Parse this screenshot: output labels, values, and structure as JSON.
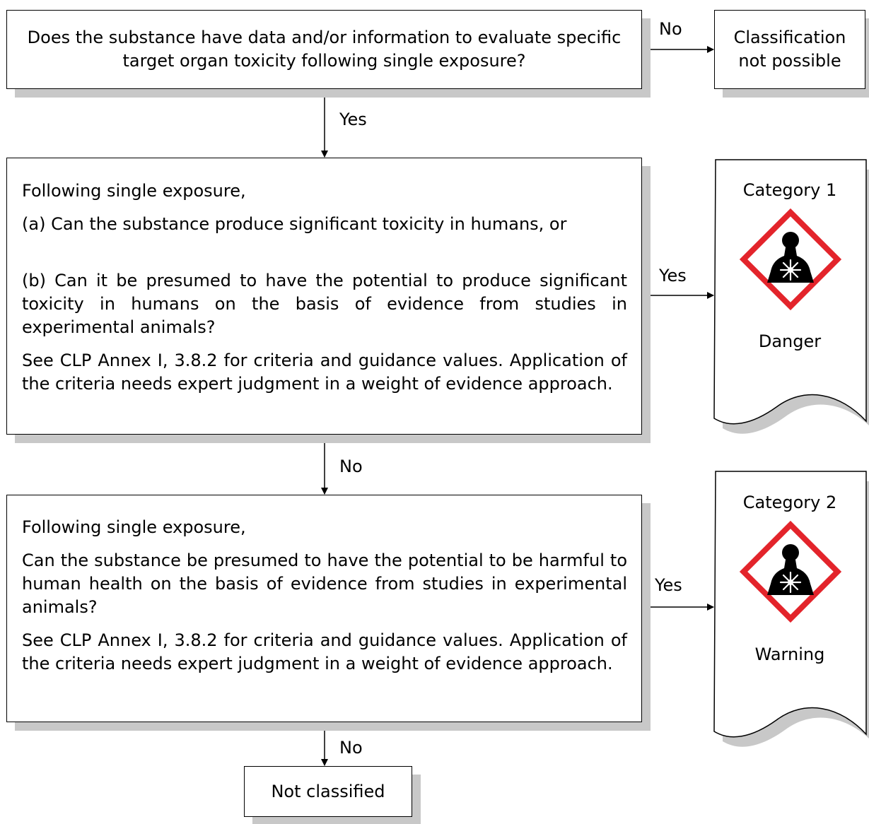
{
  "question1": "Does the substance have data and/or information to evaluate specific target organ toxicity following single exposure?",
  "not_possible": "Classification not possible",
  "question2": {
    "intro": "Following single exposure,",
    "a": "(a) Can the substance produce significant toxicity in humans, or",
    "b": "(b) Can it be presumed to have the potential to produce significant toxicity in humans on the basis of evidence from studies in experimental animals?",
    "note": "See CLP Annex I, 3.8.2 for criteria and guidance values. Application of the criteria needs expert judgment in a weight of evidence approach."
  },
  "question3": {
    "intro": "Following single exposure,",
    "body": "Can the substance be presumed to have the potential to be harmful to human health on the basis of evidence from studies in experimental animals?",
    "note": "See CLP Annex I, 3.8.2 for criteria and guidance values. Application of the criteria needs expert judgment in a weight of evidence approach."
  },
  "category1": {
    "label": "Category 1",
    "signal": "Danger",
    "icon": "health-hazard-pictogram"
  },
  "category2": {
    "label": "Category 2",
    "signal": "Warning",
    "icon": "health-hazard-pictogram"
  },
  "not_classified": "Not classified",
  "flow_labels": {
    "q1_no": "No",
    "q1_yes": "Yes",
    "q2_yes": "Yes",
    "q2_no": "No",
    "q3_yes": "Yes",
    "q3_no": "No"
  },
  "colors": {
    "pictogram_border": "#e3242b",
    "shadow": "#c8c8c8"
  }
}
